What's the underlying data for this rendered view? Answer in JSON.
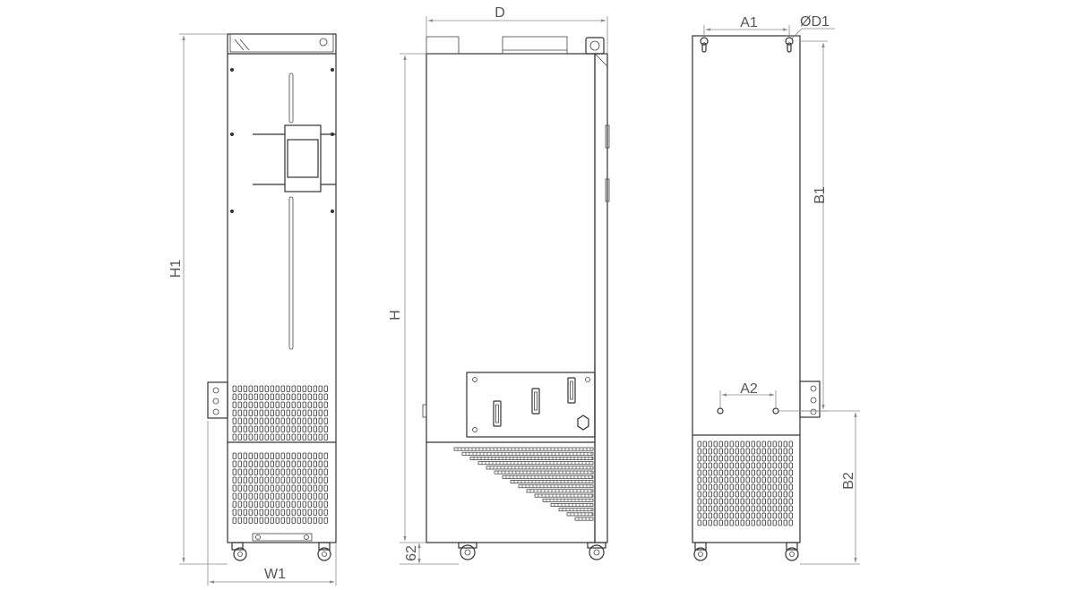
{
  "dimensions": {
    "h1": "H1",
    "w1": "W1",
    "d": "D",
    "h": "H",
    "foot_height": "62",
    "a1": "A1",
    "d1": "ØD1",
    "b1": "B1",
    "a2": "A2",
    "b2": "B2"
  },
  "views": [
    "front",
    "side",
    "rear"
  ],
  "colors": {
    "outline": "#333333",
    "dimension_line": "#8a8a8a",
    "dimension_text": "#555555",
    "background": "#ffffff"
  }
}
